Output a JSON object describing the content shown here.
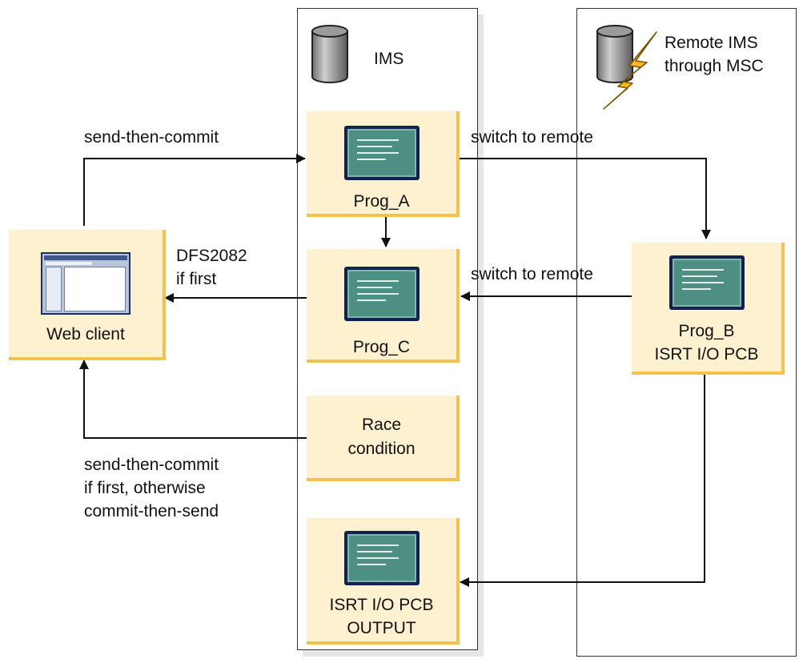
{
  "systems": {
    "ims_label": "IMS",
    "remote_label_line1": "Remote IMS",
    "remote_label_line2": "through MSC"
  },
  "nodes": {
    "web_client": "Web client",
    "prog_a": "Prog_A",
    "prog_c": "Prog_C",
    "prog_b_line1": "Prog_B",
    "prog_b_line2": "ISRT I/O PCB",
    "race_line1": "Race",
    "race_line2": "condition",
    "output_line1": "ISRT I/O PCB",
    "output_line2": "OUTPUT"
  },
  "edges": {
    "send_then_commit": "send-then-commit",
    "switch_remote_1": "switch to remote",
    "switch_remote_2": "switch to remote",
    "dfs_line1": "DFS2082",
    "dfs_line2": "if first",
    "race_note_line1": "send-then-commit",
    "race_note_line2": "if first, otherwise",
    "race_note_line3": "commit-then-send"
  },
  "colors": {
    "box_fill": "#fdf1cf",
    "box_shadow": "#f2c14e",
    "screen": "#4d8f82",
    "lightning": "#f5b820"
  },
  "icons": {
    "database": "database-cylinder-icon",
    "lightning": "lightning-bolt-icon",
    "terminal": "terminal-screen-icon",
    "browser": "browser-window-icon"
  }
}
